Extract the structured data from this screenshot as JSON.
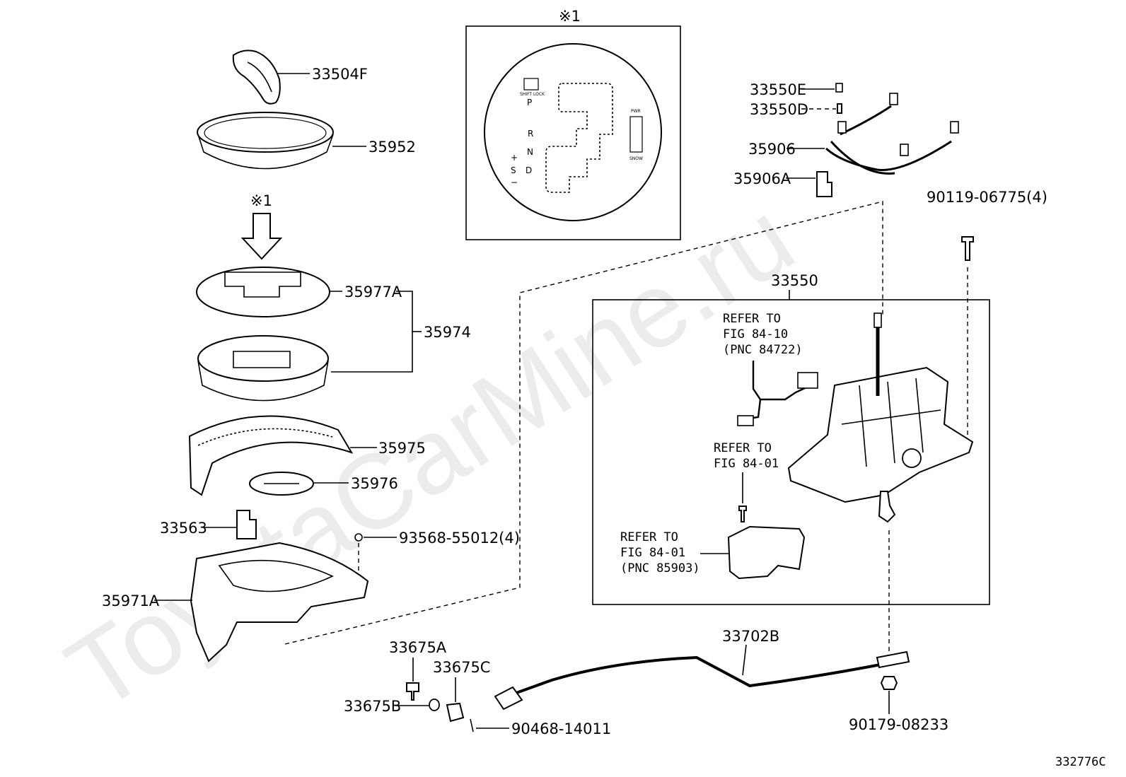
{
  "watermark": "ToyotaCarMine.ru",
  "diagram_id": "332776C",
  "ref_marker": "※1",
  "gate_plate": {
    "shift_lock": "SHIFT LOCK",
    "p": "P",
    "r": "R",
    "n": "N",
    "d": "D",
    "s": "S",
    "plus": "+",
    "minus": "−",
    "pwr": "PWR",
    "snow": "SNOW"
  },
  "labels": {
    "p33504F": "33504F",
    "p35952": "35952",
    "p35977A": "35977A",
    "p35974": "35974",
    "p35975": "35975",
    "p35976": "35976",
    "p33563": "33563",
    "p93568": "93568-55012(4)",
    "p35971A": "35971A",
    "p33550E": "33550E",
    "p33550D": "33550D",
    "p35906": "35906",
    "p35906A": "35906A",
    "p90119": "90119-06775(4)",
    "p33550": "33550",
    "p33675A": "33675A",
    "p33675C": "33675C",
    "p33675B": "33675B",
    "p90468": "90468-14011",
    "p33702B": "33702B",
    "p90179": "90179-08233"
  },
  "refs": {
    "r1_l1": "REFER TO",
    "r1_l2": "FIG 84-10",
    "r1_l3": "(PNC 84722)",
    "r2_l1": "REFER TO",
    "r2_l2": "FIG 84-01",
    "r3_l1": "REFER TO",
    "r3_l2": "FIG 84-01",
    "r3_l3": "(PNC 85903)"
  }
}
